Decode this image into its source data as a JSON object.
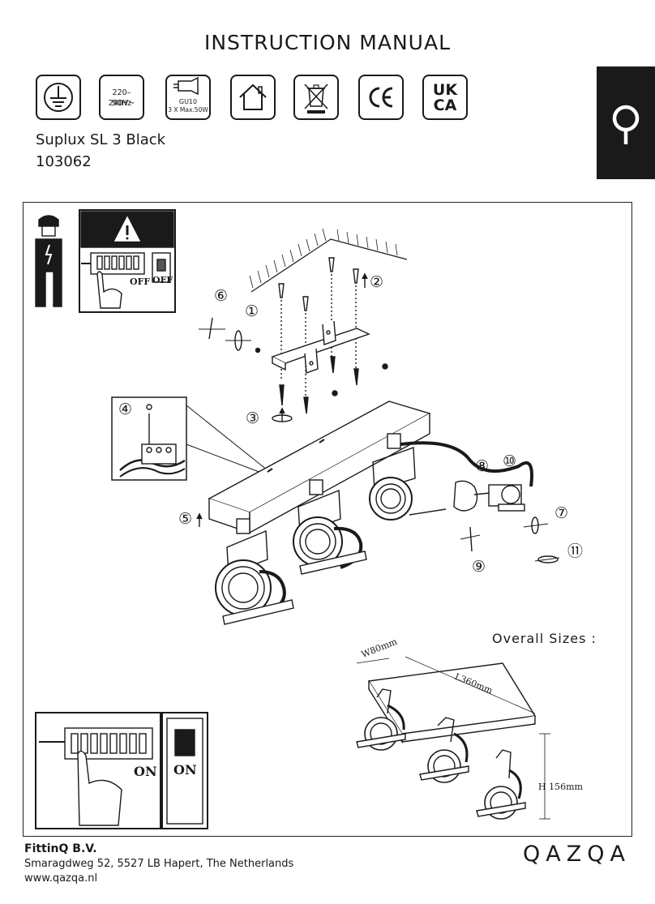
{
  "header": {
    "title": "INSTRUCTION MANUAL",
    "voltage_line1": "220–240V~",
    "voltage_line2": "50Hz",
    "bulb_type": "GU10",
    "bulb_max": "3 X Max.50W",
    "ukca_line1": "UK",
    "ukca_line2": "CA",
    "product_name": "Suplux SL 3 Black",
    "product_code": "103062"
  },
  "symbols": [
    "earth-ground-icon",
    "voltage-label",
    "gu10-bulb-icon",
    "indoor-house-icon",
    "weee-bin-icon",
    "ce-mark-icon",
    "ukca-mark-icon"
  ],
  "safety": {
    "off_label_1": "OFF",
    "off_label_2": "OFF",
    "on_label_1": "ON",
    "on_label_2": "ON"
  },
  "steps": [
    "①",
    "②",
    "③",
    "④",
    "⑤",
    "⑥",
    "⑦",
    "⑧",
    "⑨",
    "⑩",
    "⑪"
  ],
  "overall_sizes": {
    "title": "Overall Sizes :",
    "width": "W80mm",
    "length": "L360mm",
    "height": "H 156mm"
  },
  "footer": {
    "company": "FittinQ B.V.",
    "address": "Smaragdweg 52, 5527 LB Hapert, The Netherlands",
    "website": "www.qazqa.nl",
    "brand": "QAZQA"
  },
  "colors": {
    "ink": "#1a1a1a",
    "background": "#ffffff"
  }
}
